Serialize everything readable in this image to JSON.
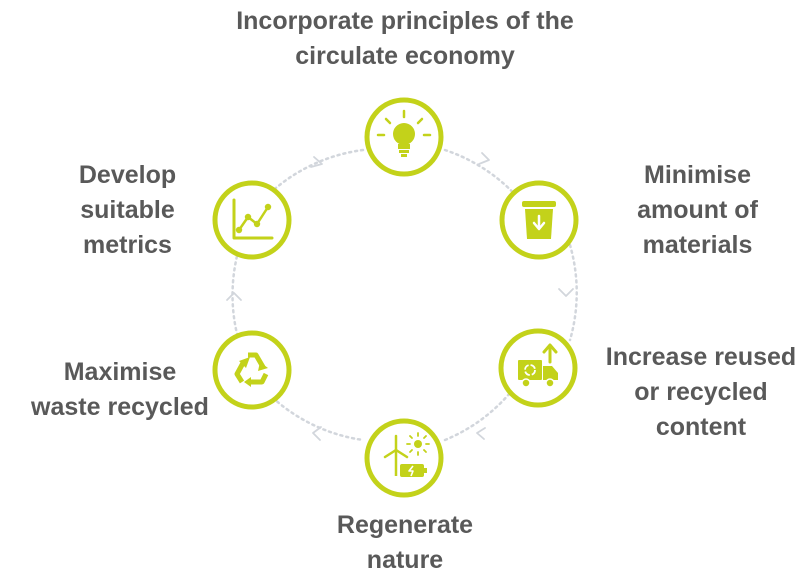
{
  "diagram": {
    "accent_color": "#c3d21a",
    "connector_color": "#d2d6dc",
    "text_color": "#595959",
    "nodes": [
      {
        "id": "top",
        "label": "Incorporate principles of the\ncirculate economy",
        "icon": "lightbulb-icon"
      },
      {
        "id": "top-right",
        "label": "Minimise\namount of\nmaterials",
        "icon": "waste-bin-icon"
      },
      {
        "id": "bottom-right",
        "label": "Increase reused\nor recycled\ncontent",
        "icon": "recycling-truck-icon"
      },
      {
        "id": "bottom",
        "label": "Regenerate\nnature",
        "icon": "renewable-energy-icon"
      },
      {
        "id": "bottom-left",
        "label": "Maximise\nwaste recycled",
        "icon": "recycle-icon"
      },
      {
        "id": "top-left",
        "label": "Develop\nsuitable\nmetrics",
        "icon": "line-chart-icon"
      }
    ]
  }
}
